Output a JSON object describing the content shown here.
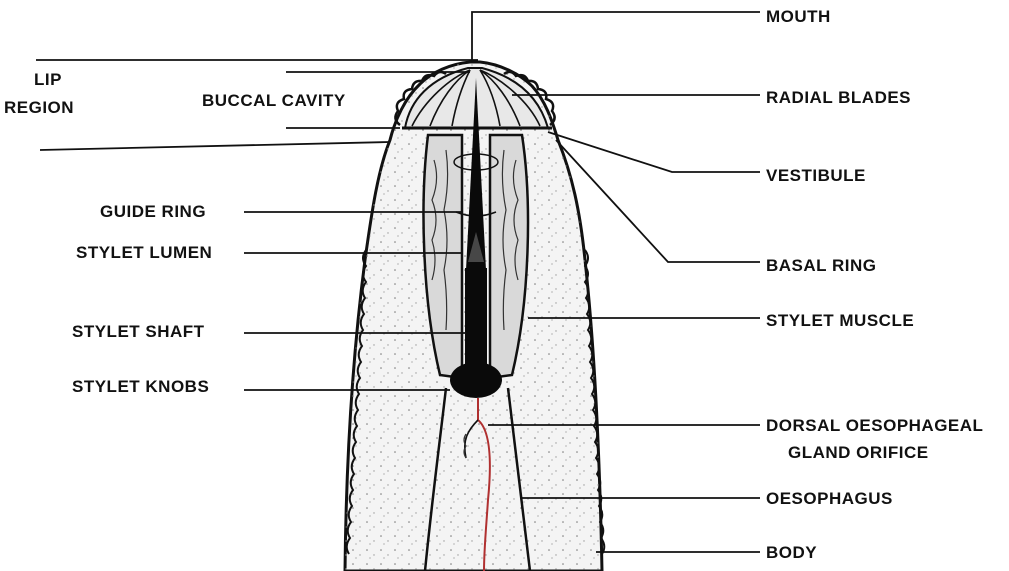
{
  "colors": {
    "ink": "#111111",
    "body_fill": "#f2f2f2",
    "stylet": "#0a0a0a",
    "gland_duct": "#b03030"
  },
  "labels": {
    "mouth": "MOUTH",
    "lip_region_1": "LIP",
    "lip_region_2": "REGION",
    "buccal_cavity": "BUCCAL CAVITY",
    "radial_blades": "RADIAL BLADES",
    "vestibule": "VESTIBULE",
    "guide_ring": "GUIDE RING",
    "stylet_lumen": "STYLET LUMEN",
    "basal_ring": "BASAL RING",
    "stylet_shaft": "STYLET SHAFT",
    "stylet_muscle": "STYLET MUSCLE",
    "stylet_knobs": "STYLET KNOBS",
    "dorsal_gland_1": "DORSAL OESOPHAGEAL",
    "dorsal_gland_2": "GLAND ORIFICE",
    "oesophagus": "OESOPHAGUS",
    "body": "BODY"
  }
}
